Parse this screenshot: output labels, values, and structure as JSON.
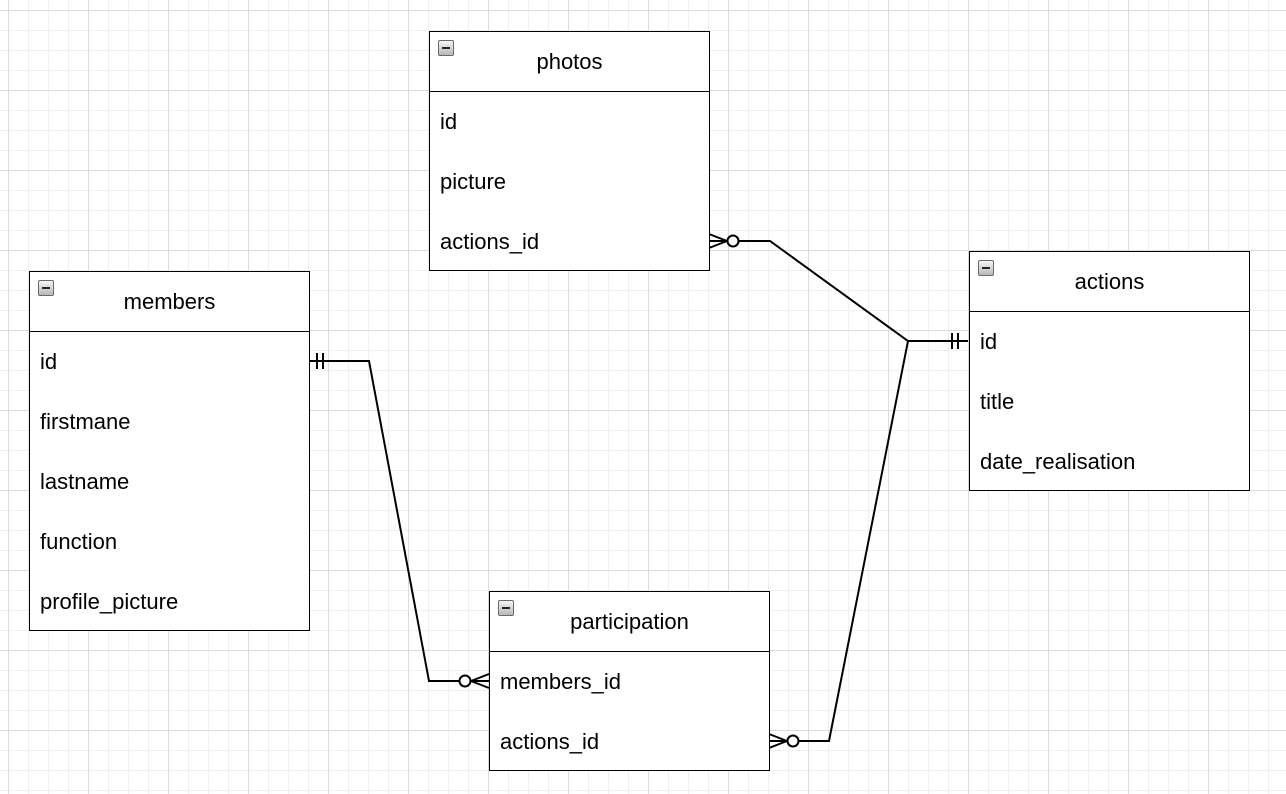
{
  "diagram": {
    "entities": [
      {
        "key": "photos",
        "title": "photos",
        "fields": [
          "id",
          "picture",
          "actions_id"
        ]
      },
      {
        "key": "actions",
        "title": "actions",
        "fields": [
          "id",
          "title",
          "date_realisation"
        ]
      },
      {
        "key": "members",
        "title": "members",
        "fields": [
          "id",
          "firstmane",
          "lastname",
          "function",
          "profile_picture"
        ]
      },
      {
        "key": "participation",
        "title": "participation",
        "fields": [
          "members_id",
          "actions_id"
        ]
      }
    ],
    "relations": [
      {
        "from": "photos.actions_id",
        "to": "actions.id",
        "from_cardinality": "zero-or-many",
        "to_cardinality": "exactly-one"
      },
      {
        "from": "members.id",
        "to": "participation.members_id",
        "from_cardinality": "exactly-one",
        "to_cardinality": "zero-or-many"
      },
      {
        "from": "participation.actions_id",
        "to": "actions.id",
        "from_cardinality": "zero-or-many",
        "to_cardinality": "exactly-one"
      }
    ]
  }
}
